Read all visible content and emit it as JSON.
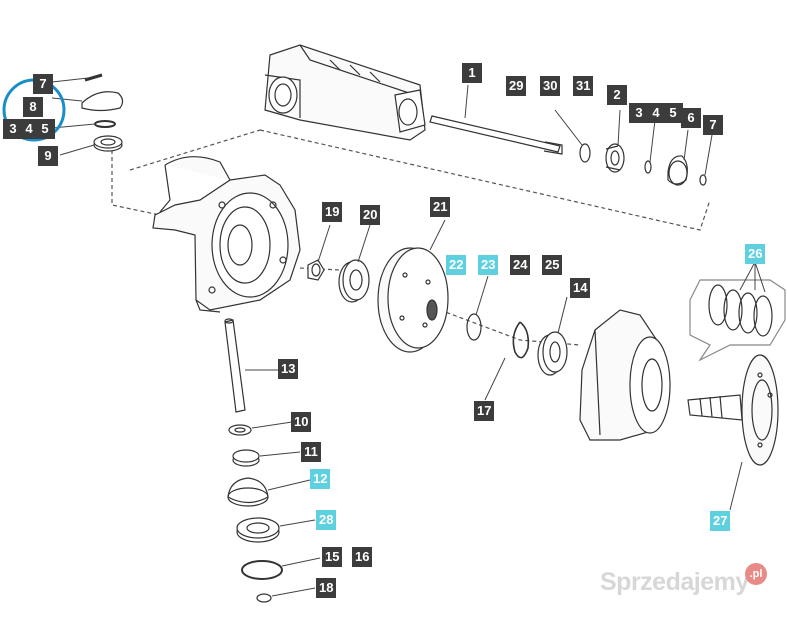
{
  "diagram": {
    "callouts": [
      {
        "label": "1",
        "highlight": false
      },
      {
        "label": "29",
        "highlight": false
      },
      {
        "label": "30",
        "highlight": false
      },
      {
        "label": "31",
        "highlight": false
      },
      {
        "label": "2",
        "highlight": false
      },
      {
        "label": "3",
        "highlight": false
      },
      {
        "label": "4",
        "highlight": false
      },
      {
        "label": "5",
        "highlight": false
      },
      {
        "label": "6",
        "highlight": false
      },
      {
        "label": "7",
        "highlight": false
      },
      {
        "label": "7",
        "highlight": false
      },
      {
        "label": "8",
        "highlight": false
      },
      {
        "label": "3",
        "highlight": false
      },
      {
        "label": "4",
        "highlight": false
      },
      {
        "label": "5",
        "highlight": false
      },
      {
        "label": "9",
        "highlight": false
      },
      {
        "label": "19",
        "highlight": false
      },
      {
        "label": "20",
        "highlight": false
      },
      {
        "label": "21",
        "highlight": false
      },
      {
        "label": "22",
        "highlight": true
      },
      {
        "label": "23",
        "highlight": true
      },
      {
        "label": "24",
        "highlight": false
      },
      {
        "label": "25",
        "highlight": false
      },
      {
        "label": "14",
        "highlight": false
      },
      {
        "label": "26",
        "highlight": true
      },
      {
        "label": "13",
        "highlight": false
      },
      {
        "label": "17",
        "highlight": false
      },
      {
        "label": "10",
        "highlight": false
      },
      {
        "label": "11",
        "highlight": false
      },
      {
        "label": "12",
        "highlight": true
      },
      {
        "label": "28",
        "highlight": true
      },
      {
        "label": "27",
        "highlight": true
      },
      {
        "label": "15",
        "highlight": false
      },
      {
        "label": "16",
        "highlight": false
      },
      {
        "label": "18",
        "highlight": false
      }
    ],
    "colors": {
      "callout_dark": "#3c3c3c",
      "callout_highlight": "#5fd0e0",
      "selection_circle": "#1a8ec9",
      "line": "#333333"
    }
  },
  "watermark": {
    "text": "Sprzedajemy",
    "badge": ".pl"
  }
}
